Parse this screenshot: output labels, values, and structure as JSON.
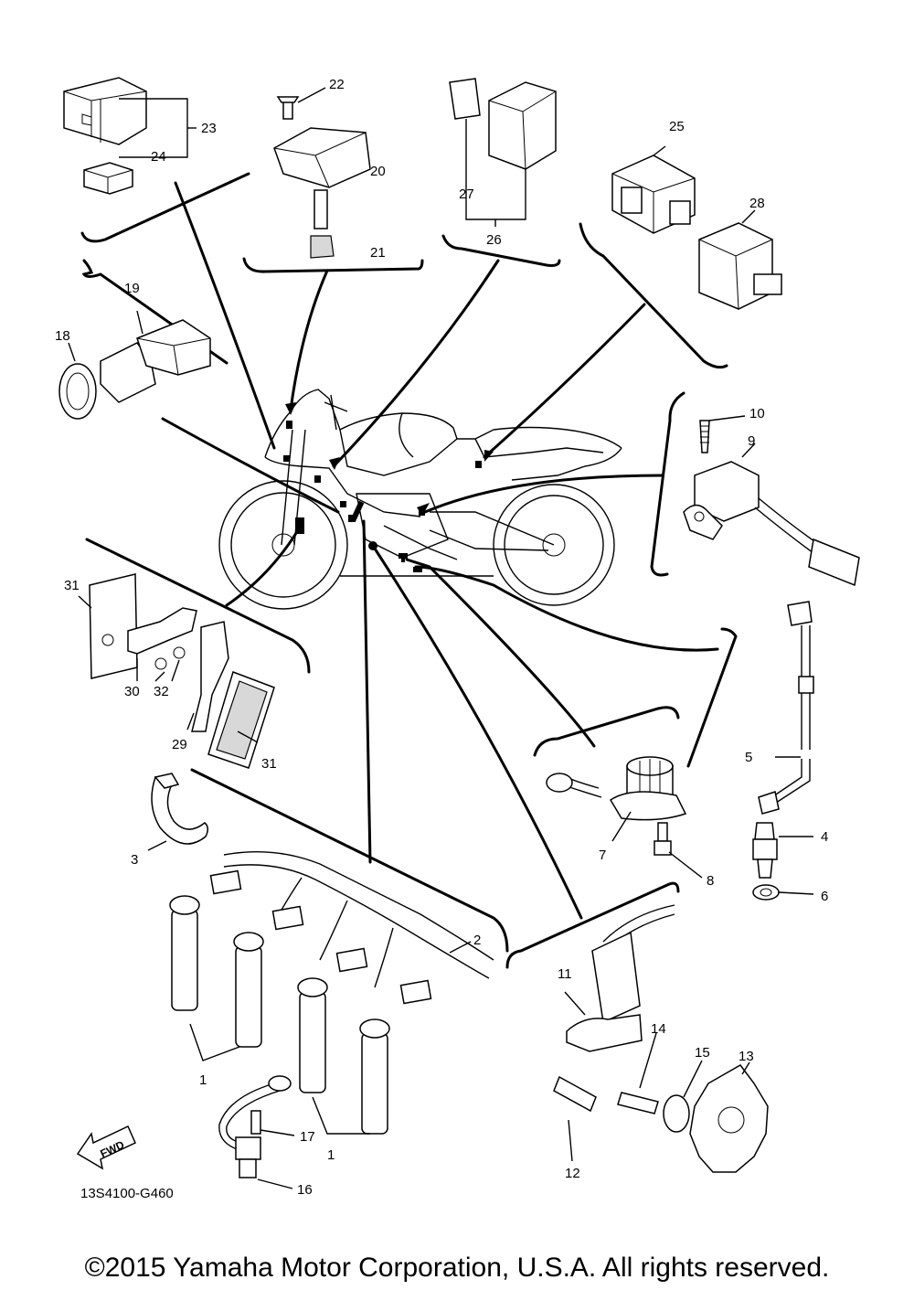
{
  "callouts": {
    "n1": "1",
    "n2": "2",
    "n3": "3",
    "n4": "4",
    "n5": "5",
    "n6": "6",
    "n7": "7",
    "n8": "8",
    "n9": "9",
    "n10": "10",
    "n11": "11",
    "n12": "12",
    "n13": "13",
    "n14": "14",
    "n15": "15",
    "n16": "16",
    "n17": "17",
    "n18": "18",
    "n19": "19",
    "n20": "20",
    "n21": "21",
    "n22": "22",
    "n23": "23",
    "n24": "24",
    "n25": "25",
    "n26": "26",
    "n27": "27",
    "n28": "28",
    "n29": "29",
    "n30": "30",
    "n31": "31",
    "n32": "32"
  },
  "fwd_label": "FWD",
  "diagram_code": "13S4100-G460",
  "copyright": "©2015 Yamaha Motor Corporation, U.S.A. All rights reserved."
}
